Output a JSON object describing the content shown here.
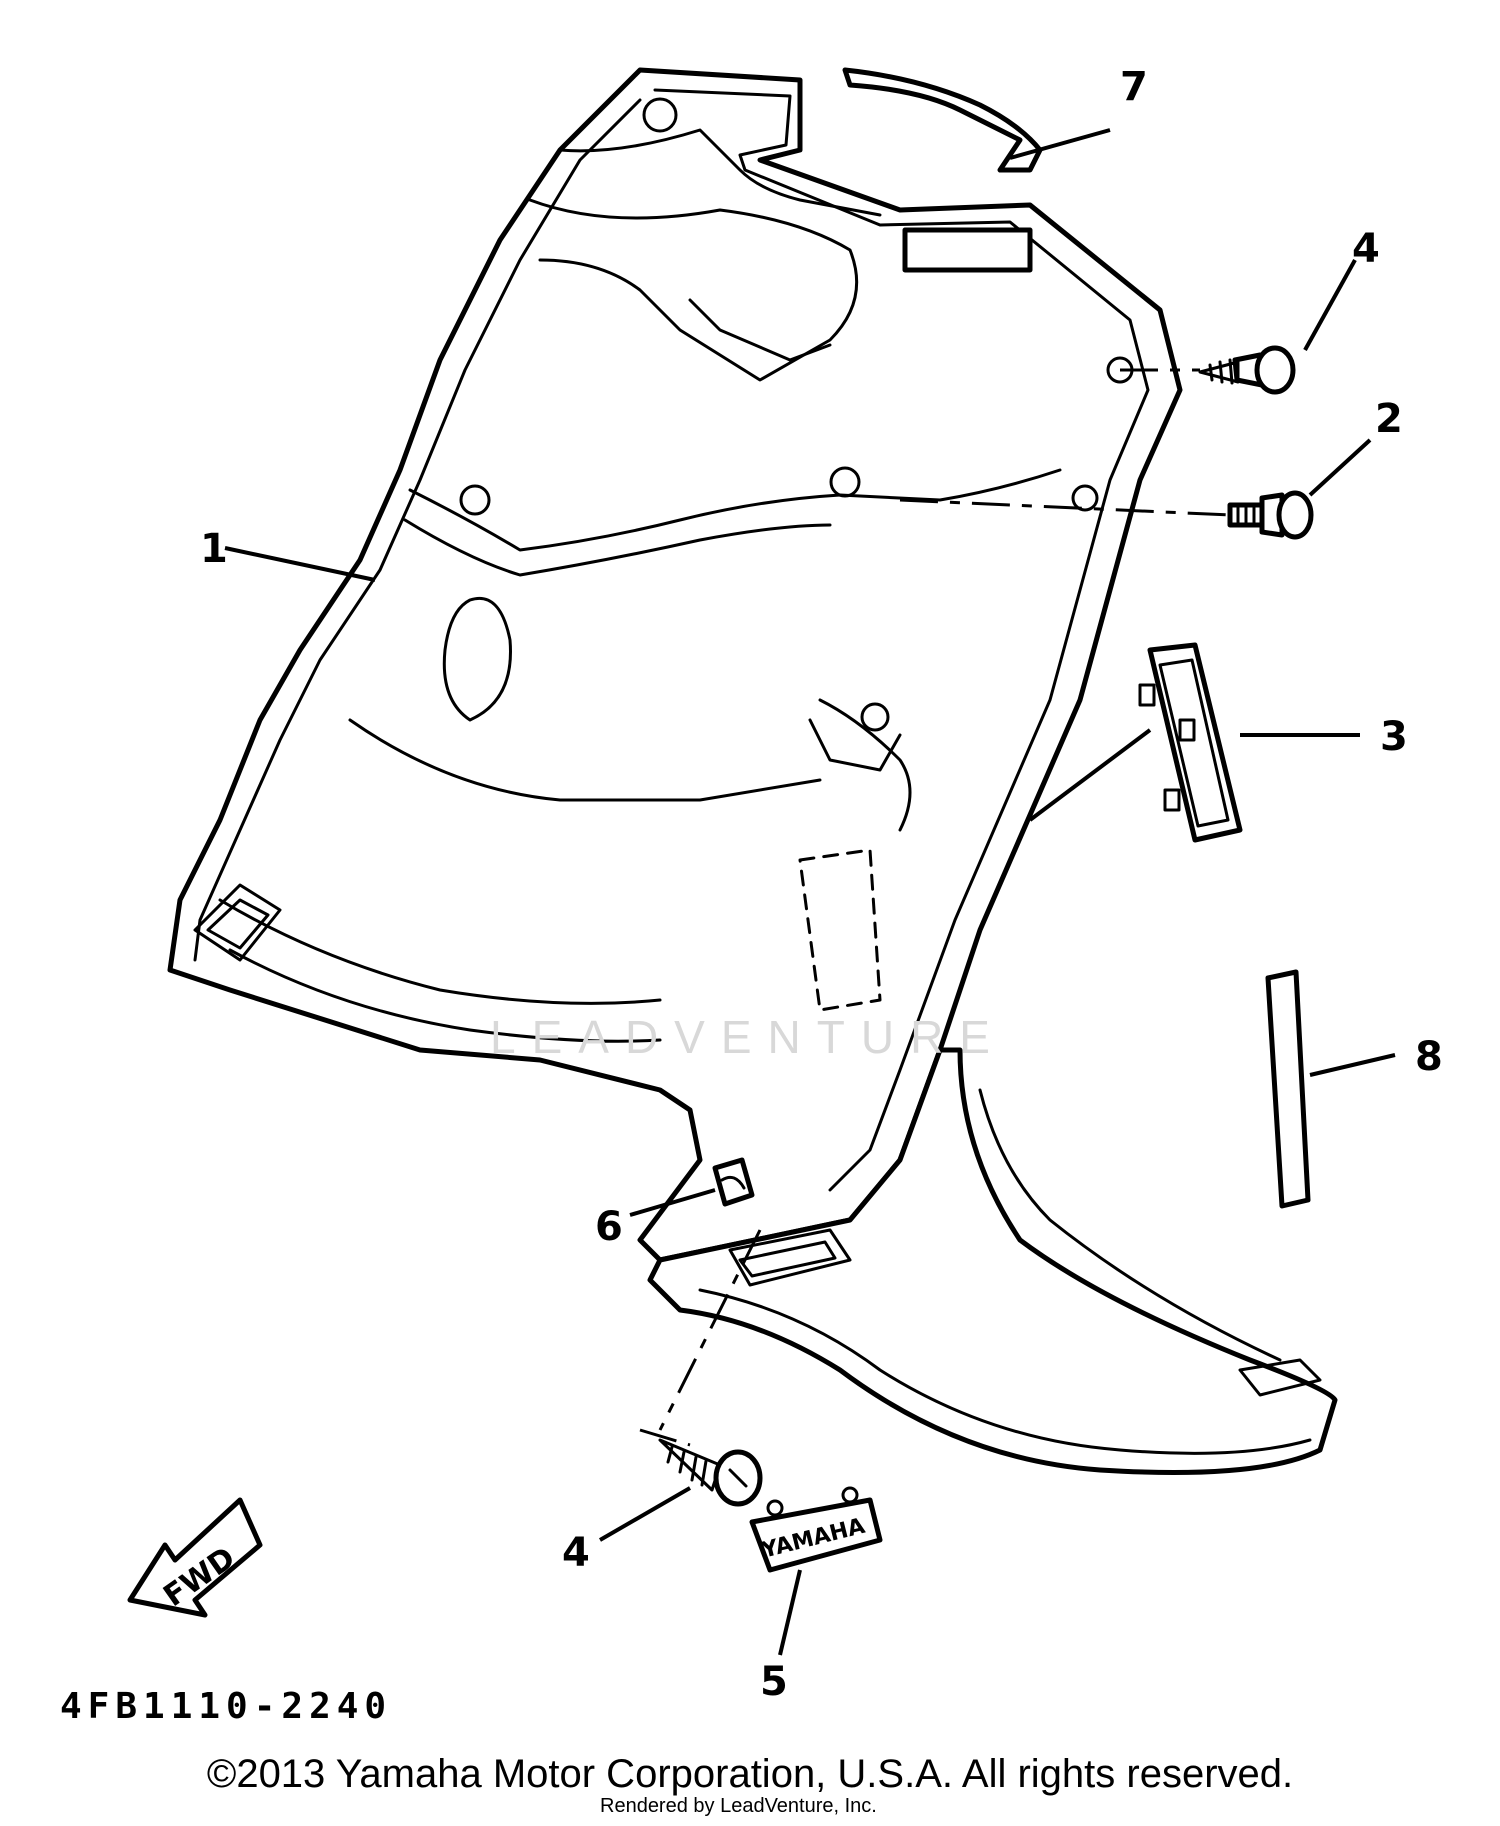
{
  "callouts": {
    "c1": "1",
    "c2": "2",
    "c3": "3",
    "c4a": "4",
    "c4b": "4",
    "c5": "5",
    "c6": "6",
    "c7": "7",
    "c8": "8"
  },
  "part_code": "4FB1110-2240",
  "fwd_label": "FWD",
  "emblem_text": "YAMAHA",
  "watermark": "LEADVENTURE",
  "copyright": "©2013 Yamaha Motor Corporation, U.S.A. All rights reserved.",
  "rendered_by": "Rendered by LeadVenture, Inc."
}
